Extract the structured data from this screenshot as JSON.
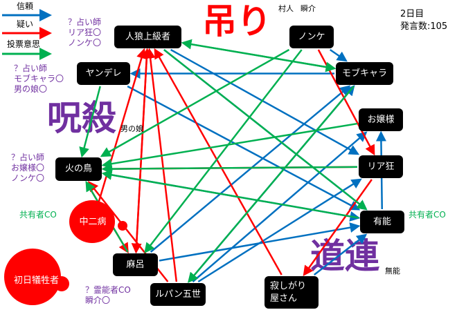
{
  "legend": [
    {
      "label": "信頼",
      "color": "#0070c0"
    },
    {
      "label": "疑い",
      "color": "#ff0000"
    },
    {
      "label": "投票意思",
      "color": "#00b050"
    }
  ],
  "status": {
    "day": "2日目",
    "posts": "発言数:105"
  },
  "nodes": {
    "jinro": "人狼上級者",
    "yandere": "ヤンデレ",
    "nonke": "ノンケ",
    "mob": "モブキャラ",
    "ojou": "お嬢様",
    "riakyo": "リア狂",
    "yuno": "有能",
    "hinotori": "火の鳥",
    "chuni": "中二病",
    "maro": "麻呂",
    "shonichi": "初日犠牲者",
    "lupin": "ルパン五世",
    "sabishi1": "寂しがり",
    "sabishi2": "屋さん"
  },
  "annotations": {
    "seer1": [
      "？占い師",
      "リア狂〇",
      "ノンケ〇"
    ],
    "seer2": [
      "？占い師",
      "モブキャラ〇",
      "男の娘〇"
    ],
    "seer3": [
      "？占い師",
      "お嬢様〇",
      "ノンケ〇"
    ],
    "medium": [
      "？霊能者CO",
      "瞬介〇"
    ],
    "share_left": "共有者CO",
    "share_right": "共有者CO"
  },
  "stamps": {
    "hang": "吊り",
    "curse": "呪殺",
    "companion": "道連"
  },
  "faded": {
    "hang_a": "村人",
    "hang_b": "瞬介",
    "curse": "男の娘",
    "companion": "無能"
  },
  "edges": [
    [
      "nonke",
      "mob",
      "trust"
    ],
    [
      "mob",
      "yandere",
      "trust"
    ],
    [
      "jinro",
      "riakyo",
      "trust"
    ],
    [
      "maro",
      "mob",
      "trust"
    ],
    [
      "lupin",
      "ojou",
      "trust"
    ],
    [
      "lupin",
      "riakyo",
      "trust"
    ],
    [
      "sabishi",
      "yuno",
      "trust"
    ],
    [
      "yuno",
      "ojou",
      "trust"
    ],
    [
      "yandere",
      "yuno",
      "trust"
    ],
    [
      "jinro",
      "yuno",
      "trust"
    ],
    [
      "maro",
      "yuno",
      "trust"
    ],
    [
      "hinotori",
      "yuno",
      "trust"
    ],
    [
      "lupin",
      "mob",
      "trust"
    ],
    [
      "riakyo",
      "hinotori",
      "doubt"
    ],
    [
      "nonke",
      "riakyo",
      "doubt"
    ],
    [
      "maro",
      "jinro",
      "doubt"
    ],
    [
      "lupin",
      "jinro",
      "doubt"
    ],
    [
      "chuni",
      "jinro",
      "doubt"
    ],
    [
      "sabishi",
      "jinro",
      "doubt"
    ],
    [
      "riakyo",
      "sabishi",
      "doubt"
    ],
    [
      "hinotori",
      "maro",
      "doubt"
    ],
    [
      "lupin",
      "hinotori",
      "doubt"
    ],
    [
      "jinro",
      "maro",
      "doubt"
    ],
    [
      "yandere",
      "hinotori",
      "vote"
    ],
    [
      "jinro",
      "mob",
      "vote"
    ],
    [
      "nonke",
      "hinotori",
      "vote"
    ],
    [
      "yuno",
      "hinotori",
      "vote"
    ],
    [
      "mob",
      "jinro",
      "vote"
    ],
    [
      "jinro",
      "yuno",
      "vote"
    ],
    [
      "ojou",
      "hinotori",
      "vote"
    ],
    [
      "riakyo",
      "hinotori",
      "vote"
    ],
    [
      "nonke",
      "maro",
      "vote"
    ],
    [
      "maro",
      "hinotori",
      "vote"
    ],
    [
      "mob",
      "lupin",
      "vote"
    ]
  ]
}
